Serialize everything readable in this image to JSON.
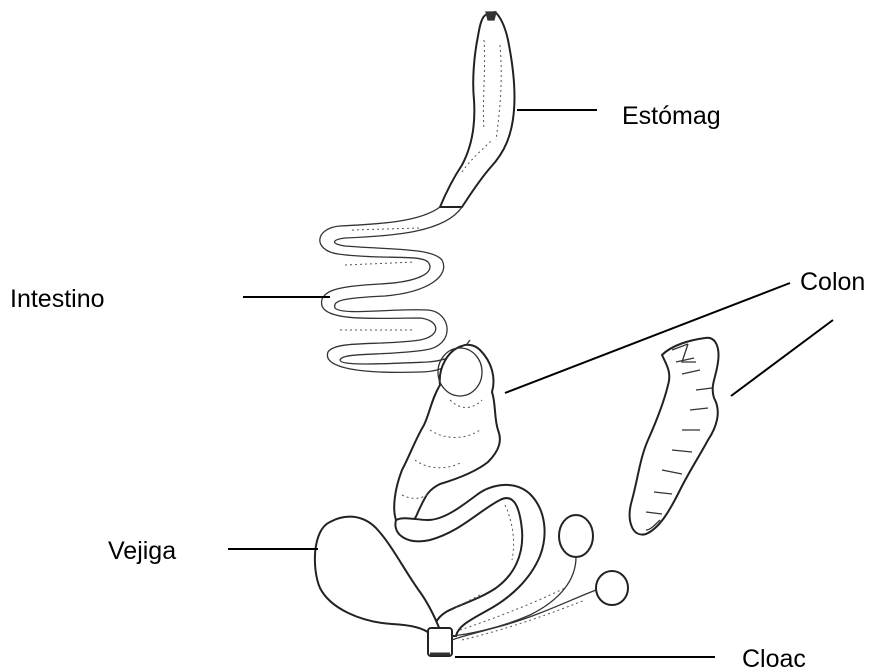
{
  "labels": {
    "stomach": "Estómag",
    "intestine": "Intestino",
    "colon": "Colon",
    "bladder": "Vejiga",
    "cloaca": "Cloac"
  }
}
